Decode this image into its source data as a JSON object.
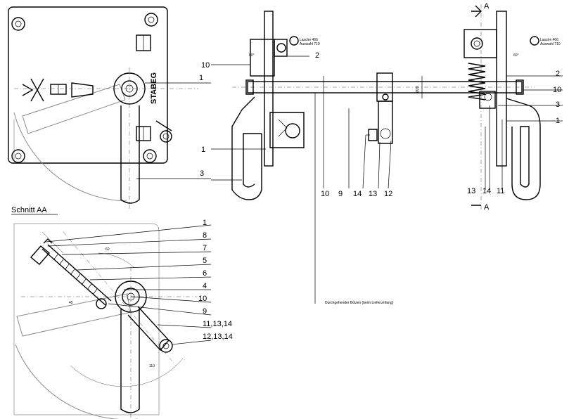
{
  "brand": "STABEG",
  "section_title": "Schnitt AA",
  "section_marker": "A",
  "notes": {
    "weld_label": "Lasche 466",
    "weld_sub": "Auswahl 710",
    "angle_top": "60°",
    "shaft_dim": "Ø20",
    "note_small": "Durchgehender Bolzen (beim Lieferumfang)",
    "dim_a": "110",
    "dim_b": "45",
    "dim_c": "60"
  },
  "labels": {
    "top_left": [
      "10",
      "1",
      "1",
      "3"
    ],
    "top_center": [
      "2"
    ],
    "bottom_row": [
      "10",
      "9",
      "14",
      "13",
      "12"
    ],
    "right_col": [
      "2",
      "10",
      "3",
      "1"
    ],
    "right_bottom": [
      "13",
      "14",
      "11"
    ],
    "section": [
      "1",
      "8",
      "7",
      "5",
      "6",
      "4",
      "10",
      "9",
      "11,13,14",
      "12,13,14"
    ]
  }
}
